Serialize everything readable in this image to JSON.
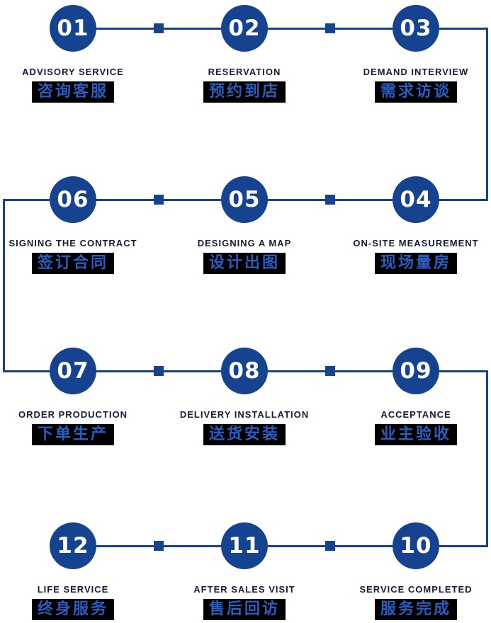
{
  "diagram_title": "service-process-flow",
  "colors": {
    "primary_blue": "#16438f",
    "zh_text_blue": "#2b5cc0",
    "en_text_navy": "#141c36",
    "label_bg_black": "#000000",
    "number_white": "#ffffff"
  },
  "steps": [
    {
      "number": "01",
      "en": "ADVISORY SERVICE",
      "zh": "咨询客服"
    },
    {
      "number": "02",
      "en": "RESERVATION",
      "zh": "预约到店"
    },
    {
      "number": "03",
      "en": "DEMAND INTERVIEW",
      "zh": "需求访谈"
    },
    {
      "number": "06",
      "en": "SIGNING THE CONTRACT",
      "zh": "签订合同"
    },
    {
      "number": "05",
      "en": "DESIGNING A MAP",
      "zh": "设计出图"
    },
    {
      "number": "04",
      "en": "ON-SITE MEASUREMENT",
      "zh": "现场量房"
    },
    {
      "number": "07",
      "en": "ORDER PRODUCTION",
      "zh": "下单生产"
    },
    {
      "number": "08",
      "en": "DELIVERY INSTALLATION",
      "zh": "送货安装"
    },
    {
      "number": "09",
      "en": "ACCEPTANCE",
      "zh": "业主验收"
    },
    {
      "number": "12",
      "en": "LIFE SERVICE",
      "zh": "终身服务"
    },
    {
      "number": "11",
      "en": "AFTER SALES VISIT",
      "zh": "售后回访"
    },
    {
      "number": "10",
      "en": "SERVICE COMPLETED",
      "zh": "服务完成"
    }
  ]
}
